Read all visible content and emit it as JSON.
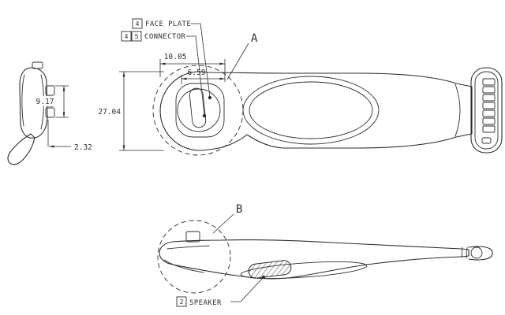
{
  "drawing": {
    "background": "#ffffff",
    "line_color": "#2d2d2d",
    "callouts": {
      "face_plate": {
        "balloon": "4",
        "label": "FACE PLATE"
      },
      "connector": {
        "balloon_1": "4",
        "balloon_2": "5",
        "label": "CONNECTOR"
      },
      "speaker": {
        "balloon": "2",
        "label": "SPEAKER"
      },
      "detail_a": {
        "label": "A"
      },
      "detail_b": {
        "label": "B"
      }
    },
    "dimensions": {
      "face_width": "10.05",
      "plate_width": "6.59",
      "head_height": "27.04",
      "connector_height": "9.17",
      "hook_offset": "2.32"
    }
  }
}
